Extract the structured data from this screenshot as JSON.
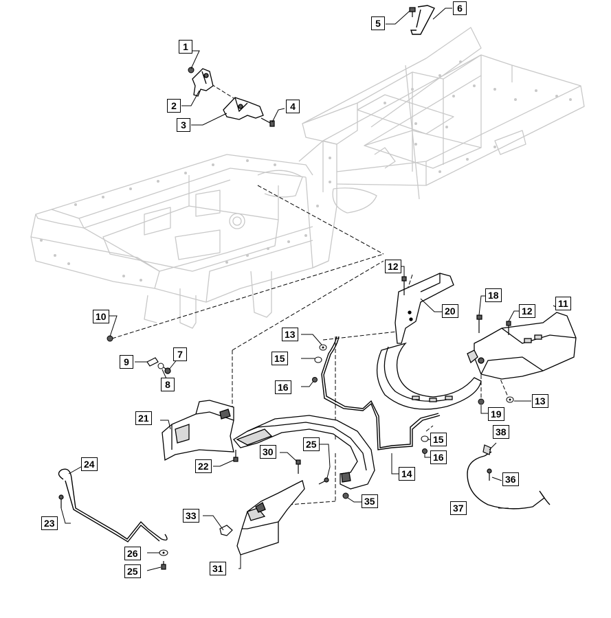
{
  "diagram": {
    "callouts": [
      {
        "id": "c1",
        "label": "1"
      },
      {
        "id": "c2",
        "label": "2"
      },
      {
        "id": "c3",
        "label": "3"
      },
      {
        "id": "c4",
        "label": "4"
      },
      {
        "id": "c5",
        "label": "5"
      },
      {
        "id": "c6",
        "label": "6"
      },
      {
        "id": "c7",
        "label": "7"
      },
      {
        "id": "c8",
        "label": "8"
      },
      {
        "id": "c9",
        "label": "9"
      },
      {
        "id": "c10",
        "label": "10"
      },
      {
        "id": "c11",
        "label": "11"
      },
      {
        "id": "c12a",
        "label": "12"
      },
      {
        "id": "c12b",
        "label": "12"
      },
      {
        "id": "c13a",
        "label": "13"
      },
      {
        "id": "c13b",
        "label": "13"
      },
      {
        "id": "c14",
        "label": "14"
      },
      {
        "id": "c15a",
        "label": "15"
      },
      {
        "id": "c15b",
        "label": "15"
      },
      {
        "id": "c16a",
        "label": "16"
      },
      {
        "id": "c16b",
        "label": "16"
      },
      {
        "id": "c18",
        "label": "18"
      },
      {
        "id": "c19",
        "label": "19"
      },
      {
        "id": "c20",
        "label": "20"
      },
      {
        "id": "c21",
        "label": "21"
      },
      {
        "id": "c22",
        "label": "22"
      },
      {
        "id": "c23",
        "label": "23"
      },
      {
        "id": "c24",
        "label": "24"
      },
      {
        "id": "c25a",
        "label": "25"
      },
      {
        "id": "c25b",
        "label": "25"
      },
      {
        "id": "c26",
        "label": "26"
      },
      {
        "id": "c30",
        "label": "30"
      },
      {
        "id": "c31",
        "label": "31"
      },
      {
        "id": "c33",
        "label": "33"
      },
      {
        "id": "c35",
        "label": "35"
      },
      {
        "id": "c36",
        "label": "36"
      },
      {
        "id": "c37",
        "label": "37"
      },
      {
        "id": "c38",
        "label": "38"
      }
    ],
    "colors": {
      "frame_line": "#c8c8c8",
      "part_line": "#000000",
      "part_fill": "#ffffff",
      "part_shade": "#d9d9d9",
      "dark_shade": "#595959"
    }
  }
}
